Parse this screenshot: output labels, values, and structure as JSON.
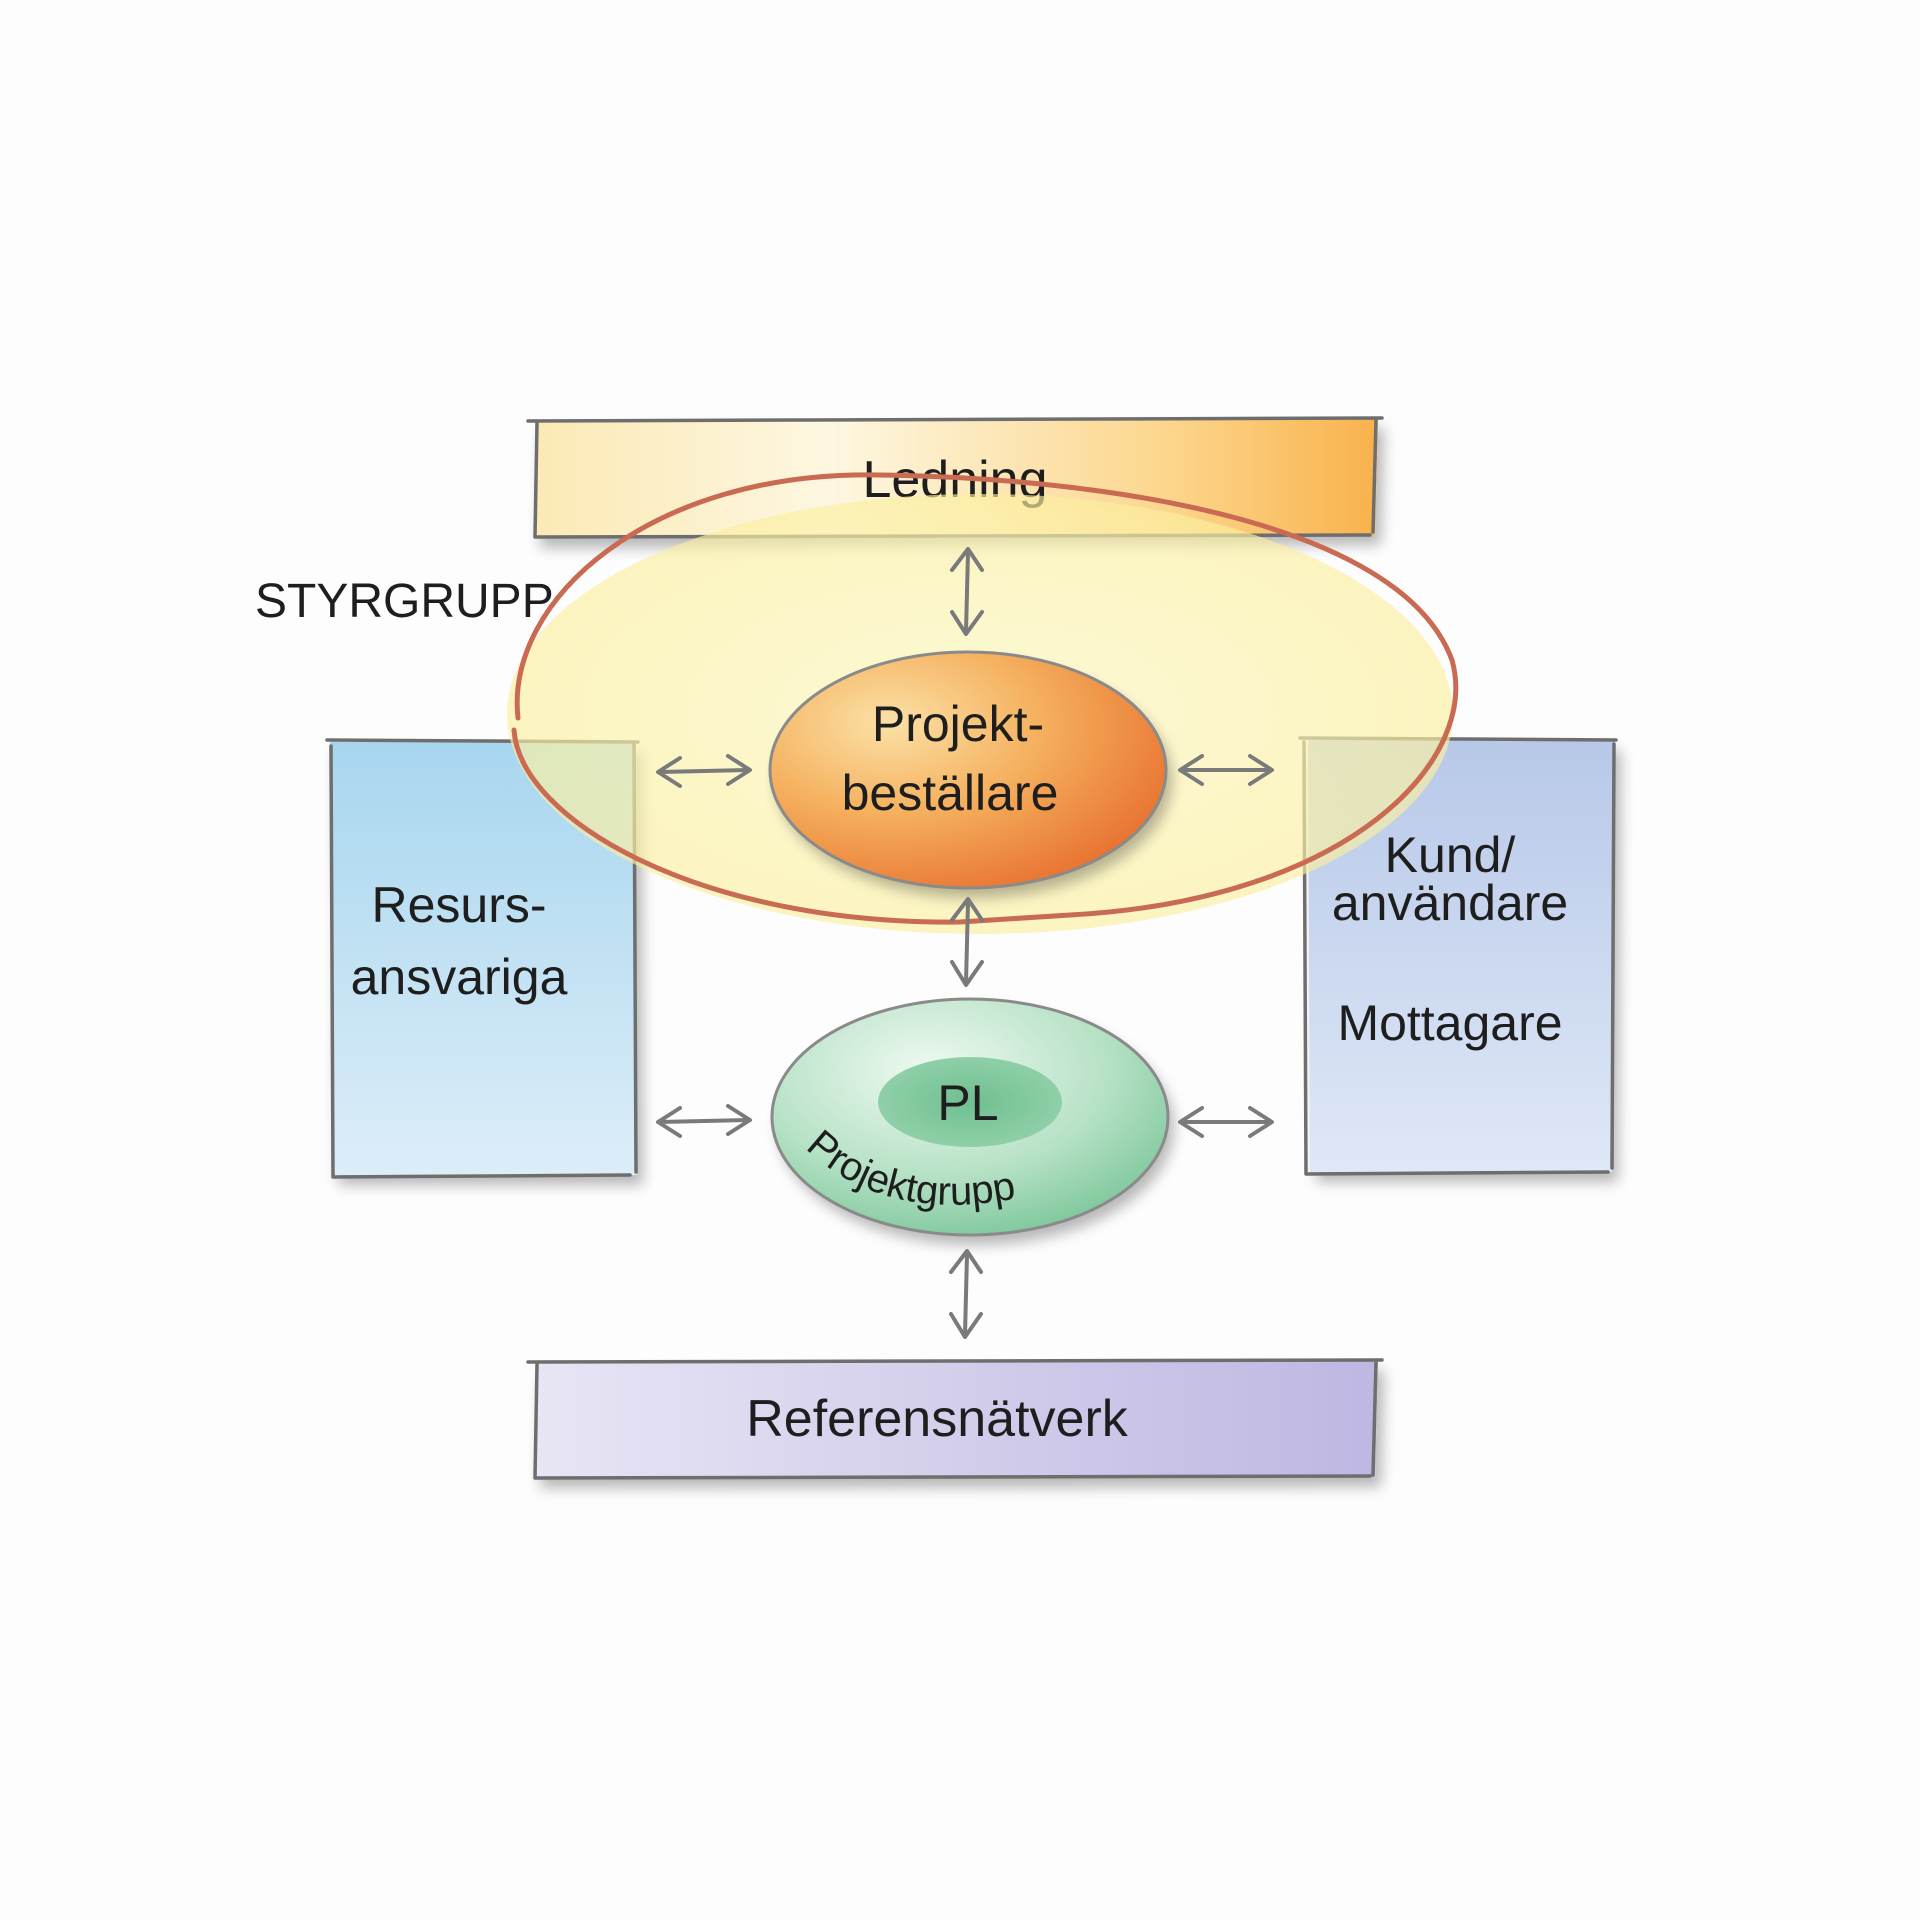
{
  "diagram": {
    "top_box": {
      "label": "Ledning"
    },
    "bottom_box": {
      "label": "Referensnätverk"
    },
    "left_box": {
      "line1": "Resurs-",
      "line2": "ansvariga"
    },
    "right_box": {
      "line1": "Kund/",
      "line2": "användare",
      "line3": "Mottagare"
    },
    "steering_group": {
      "label": "STYRGRUPP"
    },
    "sponsor": {
      "line1": "Projekt-",
      "line2": "beställare"
    },
    "project_group": {
      "center_label": "PL",
      "ring_label": "Projektgrupp"
    }
  },
  "colors": {
    "ledning_fill": "#fbc46a",
    "referens_fill": "#c9c3e6",
    "resurs_fill": "#b7dcf1",
    "kund_fill": "#c3d2ec",
    "styrgrupp_fill": "#fbf1a8",
    "styrgrupp_outline": "#c96a52",
    "sponsor_fill": "#ee8f45",
    "projektgrupp_fill": "#a8dcbc",
    "pl_fill": "#7cc79c",
    "arrow": "#7a7a7a"
  },
  "icons": {
    "connector": "double-arrow-icon"
  }
}
